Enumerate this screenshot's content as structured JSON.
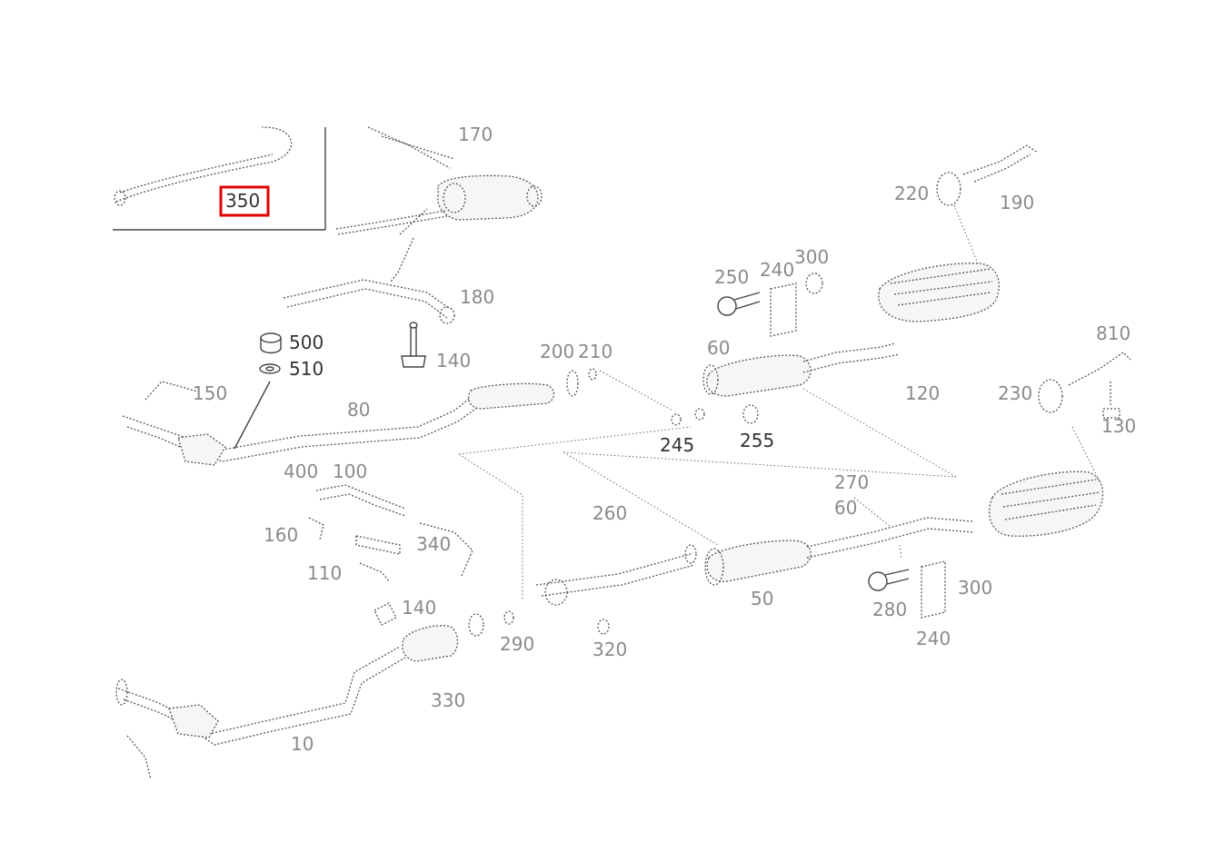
{
  "diagram": {
    "highlight_color": "#e00000",
    "highlighted_part": "350",
    "labels": {
      "p350": "350",
      "p500": "500",
      "p510": "510",
      "p80": "80",
      "p245": "245",
      "p255": "255",
      "p50": "50",
      "p60": "60",
      "p180": "180",
      "p170": "170",
      "p100": "100",
      "p160": "160",
      "p110": "110",
      "p140": "140",
      "p10": "10",
      "p250": "250",
      "p240": "240",
      "p300": "300",
      "p810": "810",
      "p230": "230",
      "p130": "130",
      "p120": "120",
      "p200": "200",
      "p210": "210",
      "p220": "220",
      "p260": "260",
      "p270": "270",
      "p280": "280",
      "p290": "290",
      "p320": "320",
      "p330": "330",
      "p340": "340",
      "p190": "190",
      "p150": "150",
      "p400": "400",
      "p60b": "60"
    }
  }
}
